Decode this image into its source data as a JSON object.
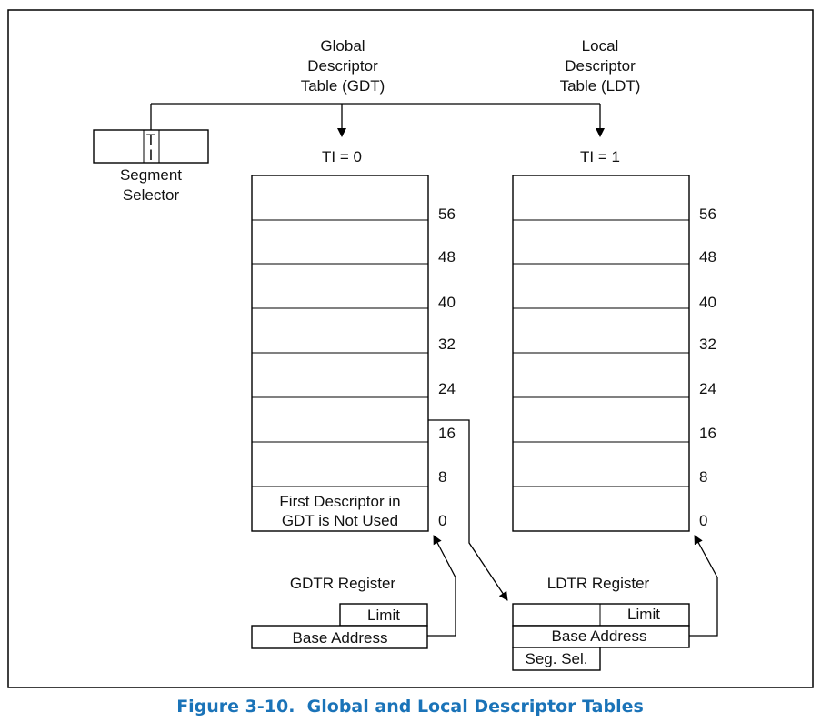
{
  "gdt": {
    "title_lines": [
      "Global",
      "Descriptor",
      "Table (GDT)"
    ],
    "ti_label": "TI = 0",
    "offsets": [
      "56",
      "48",
      "40",
      "32",
      "24",
      "16",
      "8",
      "0"
    ],
    "first_entry_lines": [
      "First Descriptor in",
      "GDT is Not Used"
    ]
  },
  "ldt": {
    "title_lines": [
      "Local",
      "Descriptor",
      "Table (LDT)"
    ],
    "ti_label": "TI = 1",
    "offsets": [
      "56",
      "48",
      "40",
      "32",
      "24",
      "16",
      "8",
      "0"
    ]
  },
  "selector": {
    "ti_chars": [
      "T",
      "I"
    ],
    "label_lines": [
      "Segment",
      "Selector"
    ]
  },
  "gdtr": {
    "title": "GDTR Register",
    "limit": "Limit",
    "base": "Base Address"
  },
  "ldtr": {
    "title": "LDTR Register",
    "limit": "Limit",
    "base": "Base Address",
    "seg_sel": "Seg. Sel."
  },
  "caption": "Figure 3-10.  Global and Local Descriptor Tables"
}
